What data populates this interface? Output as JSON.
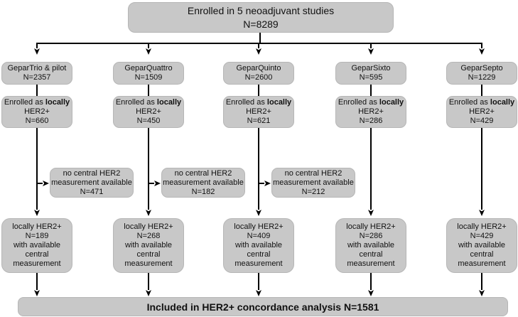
{
  "top_box": {
    "title": "Enrolled in 5 neoadjuvant studies",
    "n": "N=8289"
  },
  "studies": [
    {
      "name": "GeparTrio & pilot",
      "n": "N=2357",
      "enrolled": {
        "prefix": "Enrolled as",
        "emphasis": "locally",
        "line2": "HER2+",
        "n": "N=660"
      },
      "excluded": {
        "line1": "no central HER2",
        "line2": "measurement available",
        "n": "N=471"
      },
      "final": {
        "line1": "locally HER2+",
        "n": "N=189",
        "line2": "with available",
        "line3": "central",
        "line4": "measurement"
      }
    },
    {
      "name": "GeparQuattro",
      "n": "N=1509",
      "enrolled": {
        "prefix": "Enrolled as",
        "emphasis": "locally",
        "line2": "HER2+",
        "n": "N=450"
      },
      "excluded": {
        "line1": "no central HER2",
        "line2": "measurement available",
        "n": "N=182"
      },
      "final": {
        "line1": "locally HER2+",
        "n": "N=268",
        "line2": "with available",
        "line3": "central",
        "line4": "measurement"
      }
    },
    {
      "name": "GeparQuinto",
      "n": "N=2600",
      "enrolled": {
        "prefix": "Enrolled as",
        "emphasis": "locally",
        "line2": "HER2+",
        "n": "N=621"
      },
      "excluded": {
        "line1": "no central HER2",
        "line2": "measurement available",
        "n": "N=212"
      },
      "final": {
        "line1": "locally HER2+",
        "n": "N=409",
        "line2": "with available",
        "line3": "central",
        "line4": "measurement"
      }
    },
    {
      "name": "GeparSixto",
      "n": "N=595",
      "enrolled": {
        "prefix": "Enrolled as",
        "emphasis": "locally",
        "line2": "HER2+",
        "n": "N=286"
      },
      "final": {
        "line1": "locally HER2+",
        "n": "N=286",
        "line2": "with available",
        "line3": "central",
        "line4": "measurement"
      }
    },
    {
      "name": "GeparSepto",
      "n": "N=1229",
      "enrolled": {
        "prefix": "Enrolled as",
        "emphasis": "locally",
        "line2": "HER2+",
        "n": "N=429"
      },
      "final": {
        "line1": "locally HER2+",
        "n": "N=429",
        "line2": "with available",
        "line3": "central",
        "line4": "measurement"
      }
    }
  ],
  "bottom_bar": {
    "label": "Included in HER2+ concordance analysis N=1581"
  },
  "colors": {
    "box_fill": "#c8c8c8",
    "line": "#000000"
  }
}
